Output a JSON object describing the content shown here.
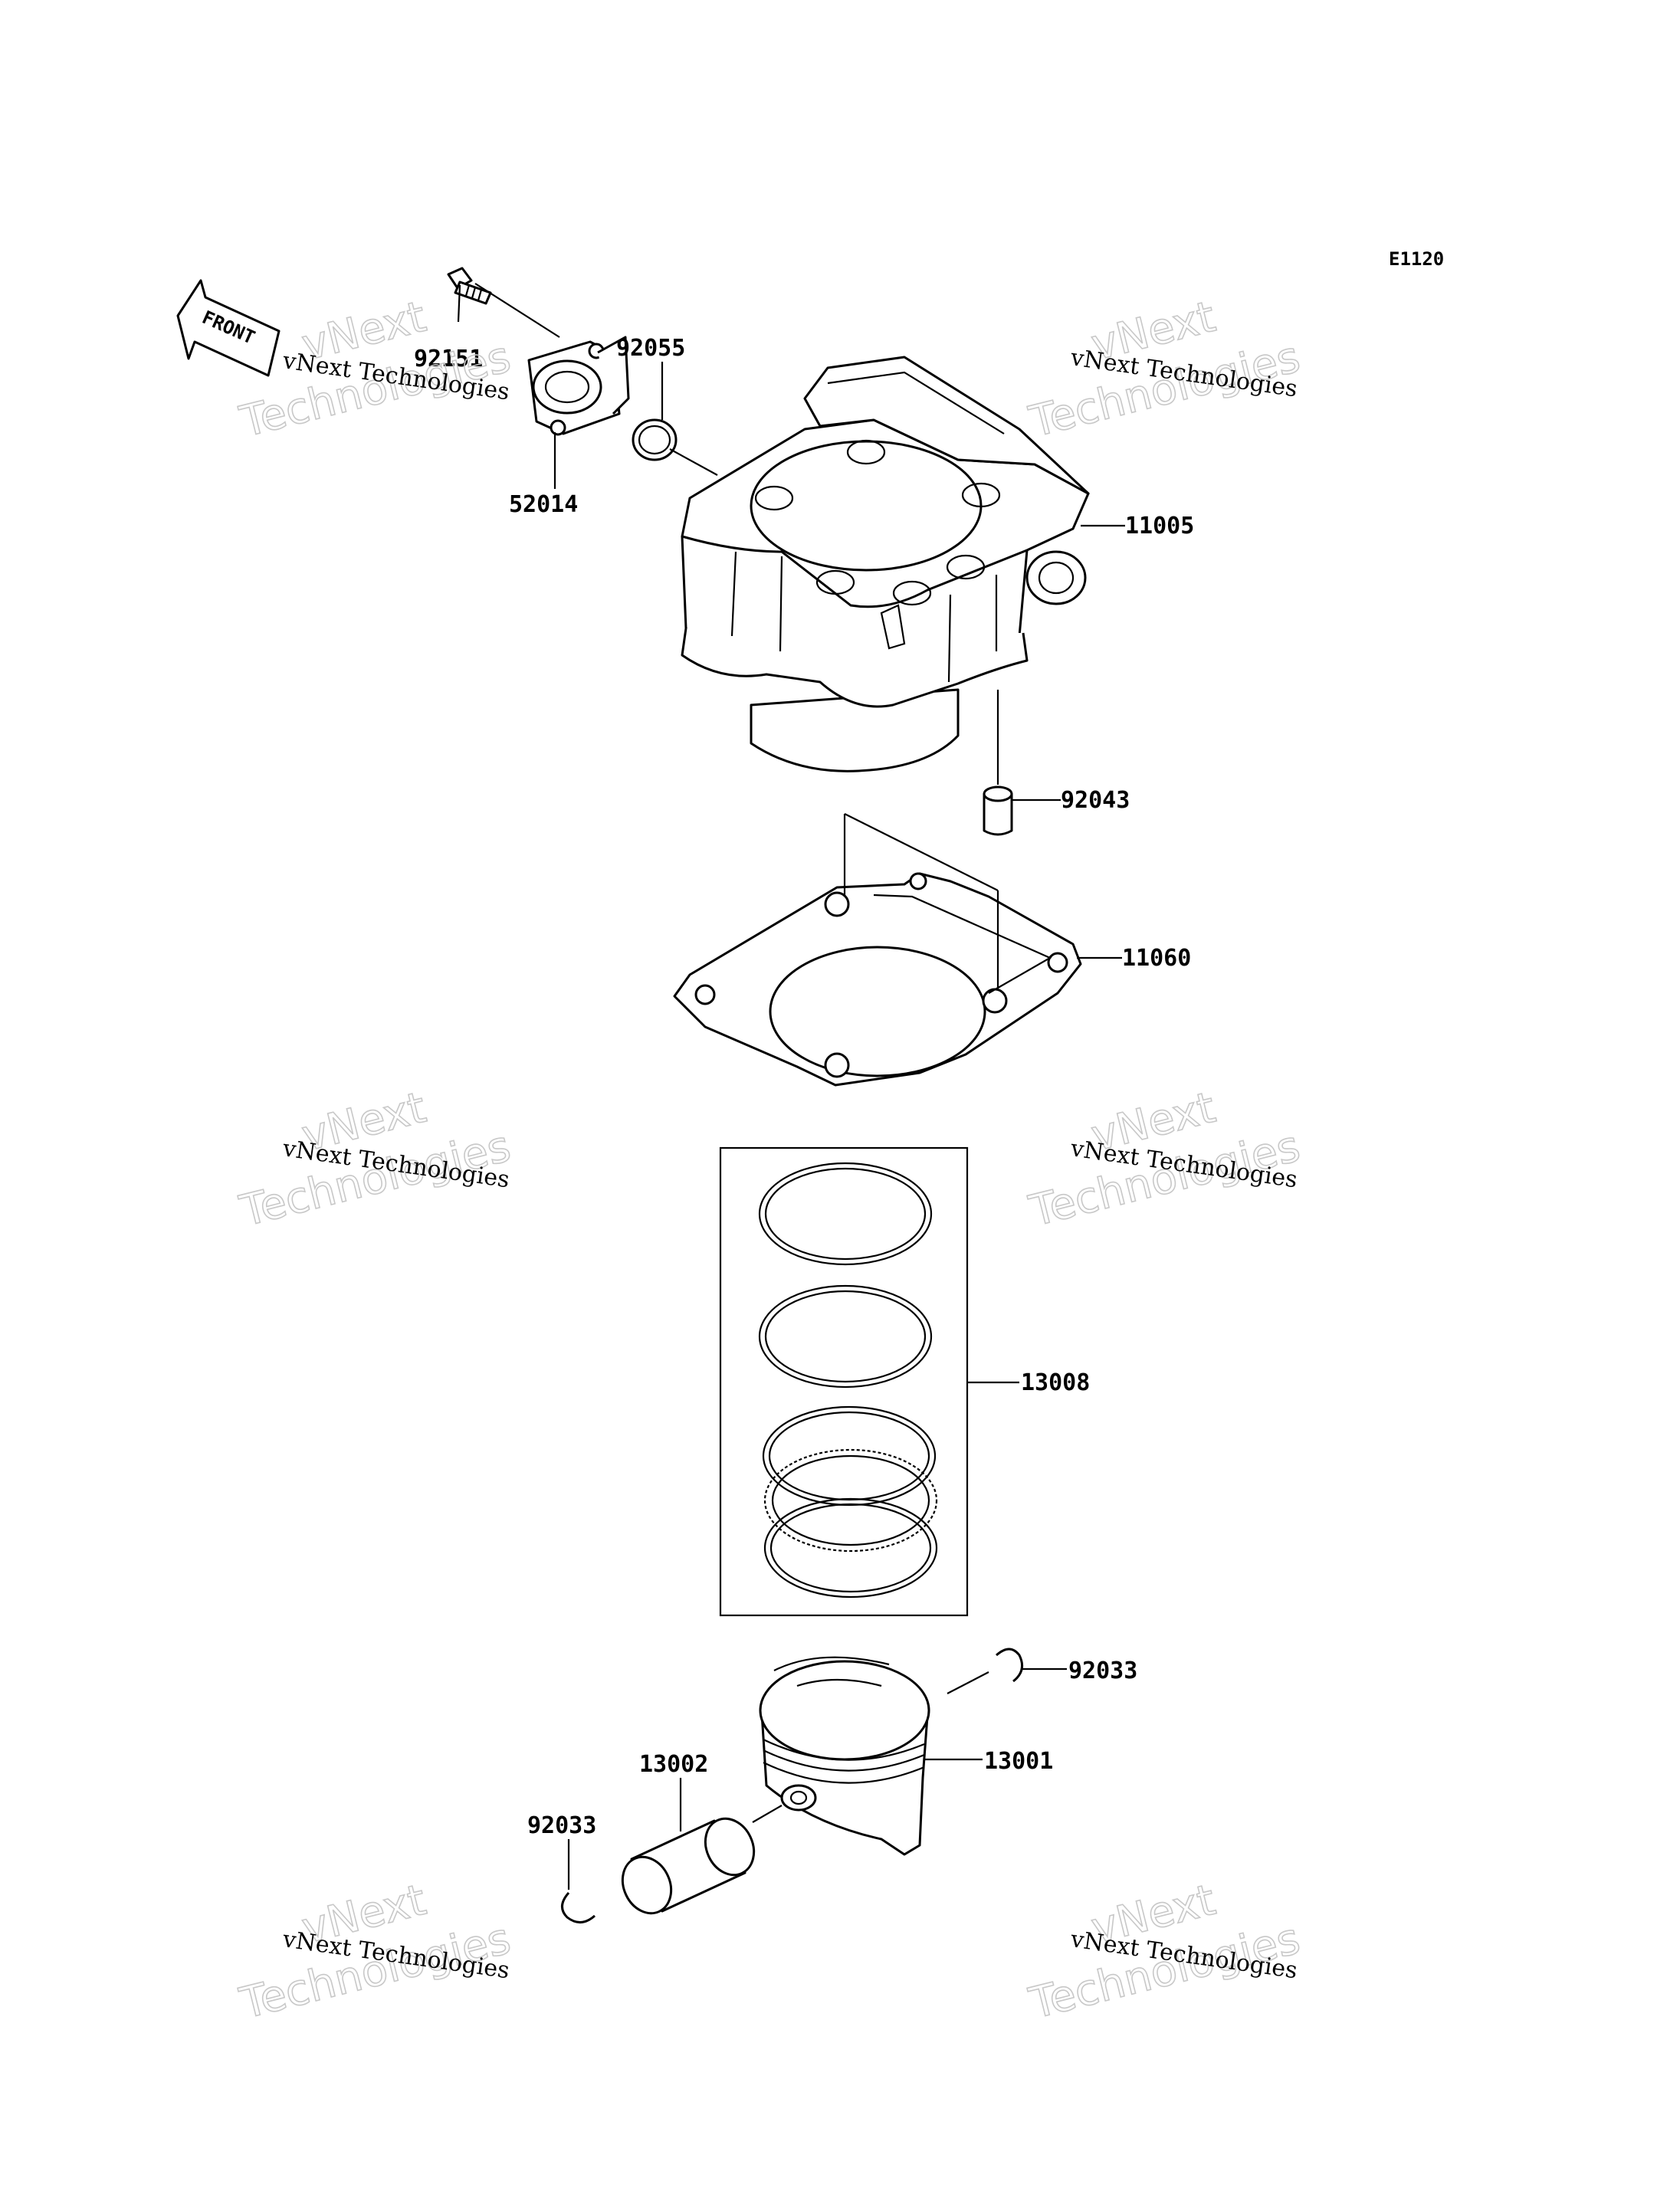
{
  "diagram_code": "E1120",
  "front_label": "FRONT",
  "watermark": {
    "line1": "vNext Technologies",
    "big_a": "vNext",
    "big_b": "Technologies"
  },
  "parts": [
    {
      "id": "p92151",
      "number": "92151"
    },
    {
      "id": "p92055",
      "number": "92055"
    },
    {
      "id": "p52014",
      "number": "52014"
    },
    {
      "id": "p11005",
      "number": "11005"
    },
    {
      "id": "p92043",
      "number": "92043"
    },
    {
      "id": "p11060",
      "number": "11060"
    },
    {
      "id": "p13008",
      "number": "13008"
    },
    {
      "id": "p92033a",
      "number": "92033"
    },
    {
      "id": "p13001",
      "number": "13001"
    },
    {
      "id": "p13002",
      "number": "13002"
    },
    {
      "id": "p92033b",
      "number": "92033"
    }
  ]
}
